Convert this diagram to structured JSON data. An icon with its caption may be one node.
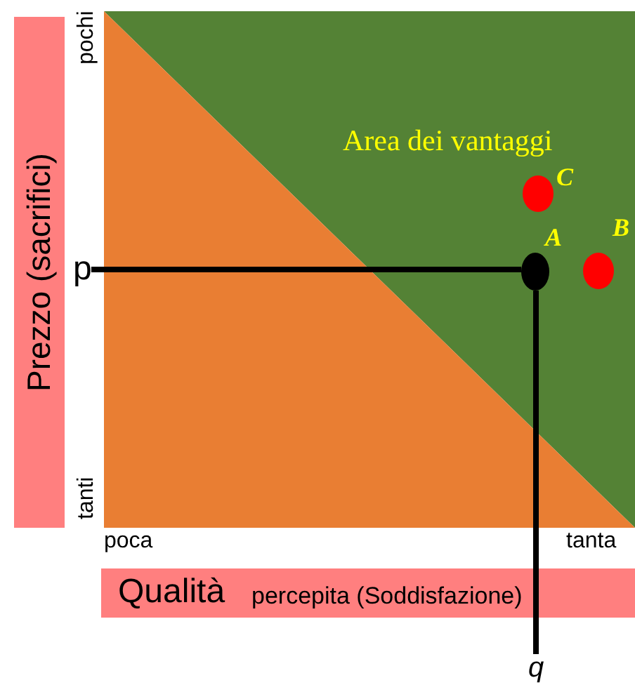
{
  "diagram": {
    "nodes": [
      {
        "text": [],
        "shape": "circle",
        "beside": [
          "C"
        ]
      },
      {
        "text": [],
        "shape": "circle",
        "beside": [
          "A"
        ]
      },
      {
        "text": [
          "p"
        ]
      },
      {
        "text": [],
        "shape": "circle",
        "beside": [
          "B"
        ]
      },
      {
        "text": [
          "q"
        ]
      }
    ],
    "edges": [
      {
        "from": 2,
        "to": 1,
        "arrow": "none"
      },
      {
        "from": 1,
        "to": 4,
        "arrow": "none"
      }
    ],
    "labels": [
      "pochi",
      "Area dei vantaggi",
      "tanti",
      "poca",
      "tanta",
      "Prezzo (sacrifici)",
      "Qualità",
      "percepita (Soddisfazione)"
    ]
  }
}
